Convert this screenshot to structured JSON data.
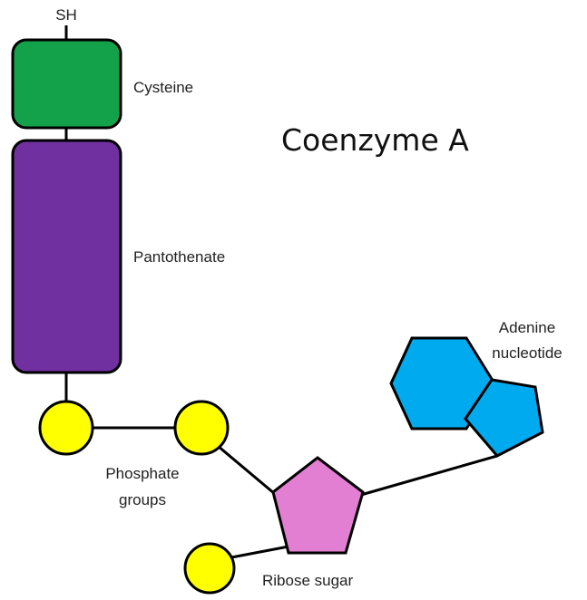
{
  "title": "Coenzyme A",
  "labels": {
    "sh": "SH",
    "cysteine": "Cysteine",
    "pantothenate": "Pantothenate",
    "phosphate_line1": "Phosphate",
    "phosphate_line2": "groups",
    "ribose": "Ribose sugar",
    "adenine_line1": "Adenine",
    "adenine_line2": "nucleotide"
  },
  "colors": {
    "cysteine": "#13a24a",
    "pantothenate": "#7030a0",
    "phosphate": "#ffff00",
    "ribose": "#e37fd2",
    "adenine": "#00aaee"
  }
}
